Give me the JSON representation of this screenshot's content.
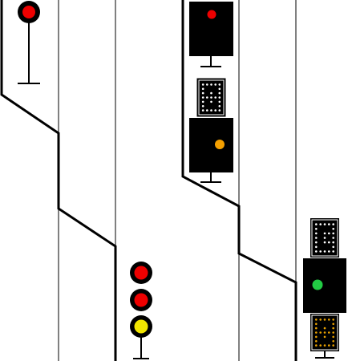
{
  "colors": {
    "background": "#ffffff",
    "track": "#000000",
    "signal_body": "#000000",
    "lamp_red": "#ee0000",
    "lamp_yellow": "#f2e600",
    "lamp_orange": "#f5a000",
    "lamp_green": "#22cc44",
    "led_white": "#ffffff",
    "led_amber": "#e8a000"
  },
  "signals": [
    {
      "name": "dwarf-signal",
      "aspect": [
        "red"
      ]
    },
    {
      "name": "three-light-signal",
      "aspect": [
        "red",
        "red",
        "yellow"
      ]
    },
    {
      "name": "main-signal-upper",
      "aspect": [
        "red"
      ]
    },
    {
      "name": "main-signal-lower",
      "aspect": [
        "orange"
      ],
      "indicator_above": "white-dotted"
    },
    {
      "name": "main-signal-right",
      "aspect": [
        "green"
      ],
      "indicator_above": "white-dotted",
      "indicator_below": "amber-dotted"
    }
  ]
}
